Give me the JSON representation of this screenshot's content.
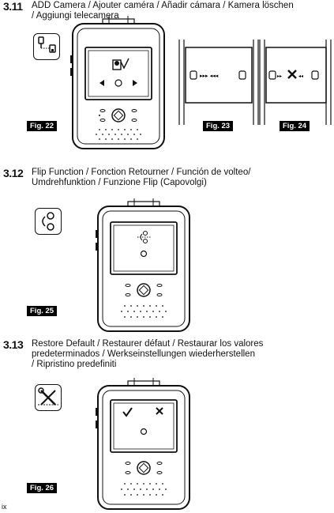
{
  "sections": [
    {
      "number": "3.11",
      "title": "ADD Camera / Ajouter caméra / Añadir cámara / Kamera löschen\n/ Aggiungi telecamera",
      "figures": [
        "Fig. 22",
        "Fig. 23",
        "Fig. 24"
      ],
      "icon": "camera-add-icon"
    },
    {
      "number": "3.12",
      "title": "Flip Function / Fonction Retourner / Función de volteo/\nUmdrehfunktion / Funzione Flip (Capovolgi)",
      "figures": [
        "Fig. 25"
      ],
      "icon": "flip-icon"
    },
    {
      "number": "3.13",
      "title": "Restore Default / Restaurer défaut / Restaurar los valores\npredeterminados / Werkseinstellungen wiederherstellen\n/ Ripristino predefiniti",
      "figures": [
        "Fig. 26"
      ],
      "icon": "tools-icon"
    }
  ],
  "page_footer": "ix"
}
